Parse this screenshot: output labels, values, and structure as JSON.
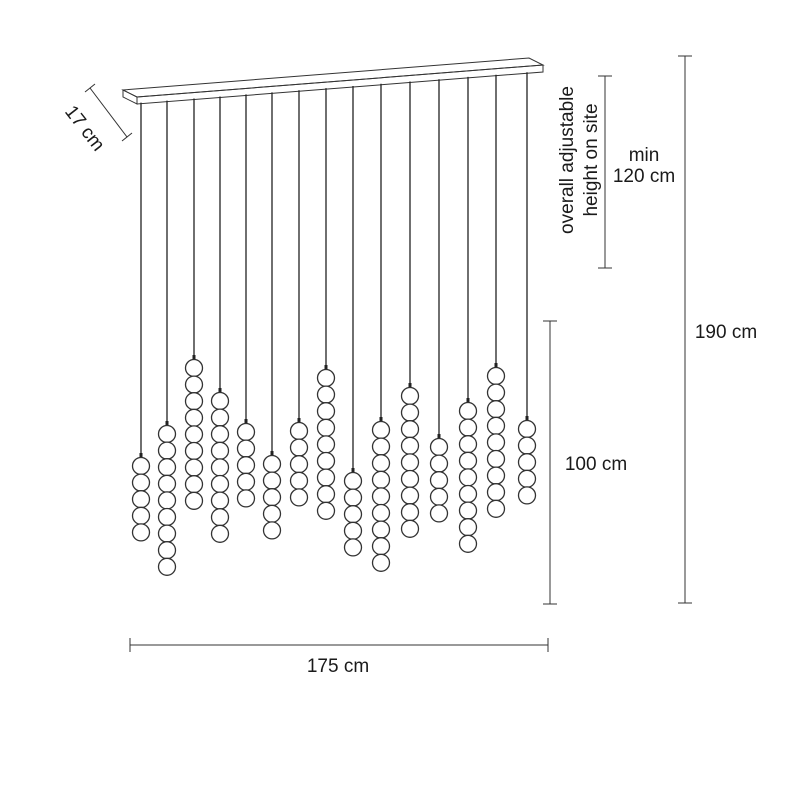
{
  "labels": {
    "depth": "17 cm",
    "adjustable_line1": "overall adjustable",
    "adjustable_line2": "height on site",
    "min_line1": "min",
    "min_line2": "120 cm",
    "total_height": "190 cm",
    "pendant_height": "100 cm",
    "width": "175 cm"
  },
  "pendants": [
    {
      "beads": 5
    },
    {
      "beads": 9
    },
    {
      "beads": 9
    },
    {
      "beads": 9
    },
    {
      "beads": 5
    },
    {
      "beads": 5
    },
    {
      "beads": 5
    },
    {
      "beads": 9
    },
    {
      "beads": 5
    },
    {
      "beads": 9
    },
    {
      "beads": 9
    },
    {
      "beads": 5
    },
    {
      "beads": 9
    },
    {
      "beads": 9
    },
    {
      "beads": 5
    }
  ],
  "colors": {
    "stroke": "#333333",
    "background": "#ffffff"
  }
}
